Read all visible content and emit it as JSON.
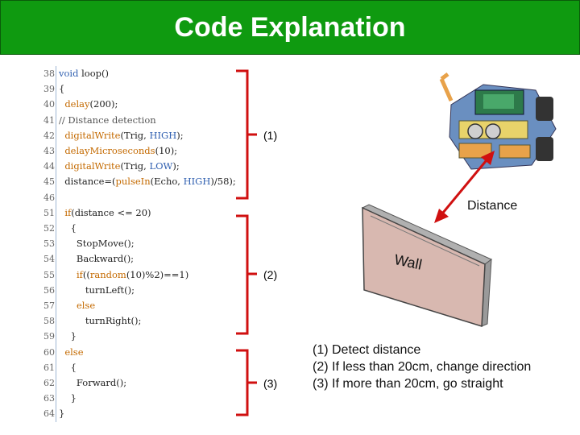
{
  "title": "Code Explanation",
  "code_lines": [
    {
      "n": "38",
      "segments": [
        {
          "t": "void",
          "c": "kw-b"
        },
        {
          "t": " loop()",
          "c": ""
        }
      ]
    },
    {
      "n": "39",
      "segments": [
        {
          "t": "{",
          "c": ""
        }
      ]
    },
    {
      "n": "40",
      "segments": [
        {
          "t": "  ",
          "c": ""
        },
        {
          "t": "delay",
          "c": "kw-a"
        },
        {
          "t": "(200);",
          "c": ""
        }
      ]
    },
    {
      "n": "41",
      "segments": [
        {
          "t": "// Distance detection",
          "c": "cm"
        }
      ]
    },
    {
      "n": "42",
      "segments": [
        {
          "t": "  ",
          "c": ""
        },
        {
          "t": "digitalWrite",
          "c": "kw-a"
        },
        {
          "t": "(Trig, ",
          "c": ""
        },
        {
          "t": "HIGH",
          "c": "kw-b"
        },
        {
          "t": ");",
          "c": ""
        }
      ]
    },
    {
      "n": "43",
      "segments": [
        {
          "t": "  ",
          "c": ""
        },
        {
          "t": "delayMicroseconds",
          "c": "kw-a"
        },
        {
          "t": "(10);",
          "c": ""
        }
      ]
    },
    {
      "n": "44",
      "segments": [
        {
          "t": "  ",
          "c": ""
        },
        {
          "t": "digitalWrite",
          "c": "kw-a"
        },
        {
          "t": "(Trig, ",
          "c": ""
        },
        {
          "t": "LOW",
          "c": "kw-b"
        },
        {
          "t": ");",
          "c": ""
        }
      ]
    },
    {
      "n": "45",
      "segments": [
        {
          "t": "  distance=(",
          "c": ""
        },
        {
          "t": "pulseIn",
          "c": "kw-a"
        },
        {
          "t": "(Echo, ",
          "c": ""
        },
        {
          "t": "HIGH",
          "c": "kw-b"
        },
        {
          "t": ")/58);",
          "c": ""
        }
      ]
    },
    {
      "n": "46",
      "segments": []
    },
    {
      "n": "51",
      "segments": [
        {
          "t": "  ",
          "c": ""
        },
        {
          "t": "if",
          "c": "kw-a"
        },
        {
          "t": "(distance <= 20)",
          "c": ""
        }
      ]
    },
    {
      "n": "52",
      "segments": [
        {
          "t": "    {",
          "c": ""
        }
      ]
    },
    {
      "n": "53",
      "segments": [
        {
          "t": "      StopMove();",
          "c": ""
        }
      ]
    },
    {
      "n": "54",
      "segments": [
        {
          "t": "      Backward();",
          "c": ""
        }
      ]
    },
    {
      "n": "55",
      "segments": [
        {
          "t": "      ",
          "c": ""
        },
        {
          "t": "if",
          "c": "kw-a"
        },
        {
          "t": "((",
          "c": ""
        },
        {
          "t": "random",
          "c": "kw-a"
        },
        {
          "t": "(10)%2)==1)",
          "c": ""
        }
      ]
    },
    {
      "n": "56",
      "segments": [
        {
          "t": "         turnLeft();",
          "c": ""
        }
      ]
    },
    {
      "n": "57",
      "segments": [
        {
          "t": "      ",
          "c": ""
        },
        {
          "t": "else",
          "c": "kw-a"
        }
      ]
    },
    {
      "n": "58",
      "segments": [
        {
          "t": "         turnRight();",
          "c": ""
        }
      ]
    },
    {
      "n": "59",
      "segments": [
        {
          "t": "    }",
          "c": ""
        }
      ]
    },
    {
      "n": "60",
      "segments": [
        {
          "t": "  ",
          "c": ""
        },
        {
          "t": "else",
          "c": "kw-a"
        }
      ]
    },
    {
      "n": "61",
      "segments": [
        {
          "t": "    {",
          "c": ""
        }
      ]
    },
    {
      "n": "62",
      "segments": [
        {
          "t": "      Forward();",
          "c": ""
        }
      ]
    },
    {
      "n": "63",
      "segments": [
        {
          "t": "    }",
          "c": ""
        }
      ]
    },
    {
      "n": "64",
      "segments": [
        {
          "t": "}",
          "c": ""
        }
      ]
    }
  ],
  "tags": {
    "one": "(1)",
    "two": "(2)",
    "three": "(3)"
  },
  "distance_label": "Distance",
  "wall_label": "Wall",
  "explanations": [
    "(1) Detect distance",
    "(2) If less than 20cm, change direction",
    "(3) If more than 20cm, go straight"
  ],
  "colors": {
    "title_bg": "#0f9a10",
    "bracket": "#d01010",
    "arrow": "#d01010",
    "wall_face": "#d8b8b0"
  }
}
